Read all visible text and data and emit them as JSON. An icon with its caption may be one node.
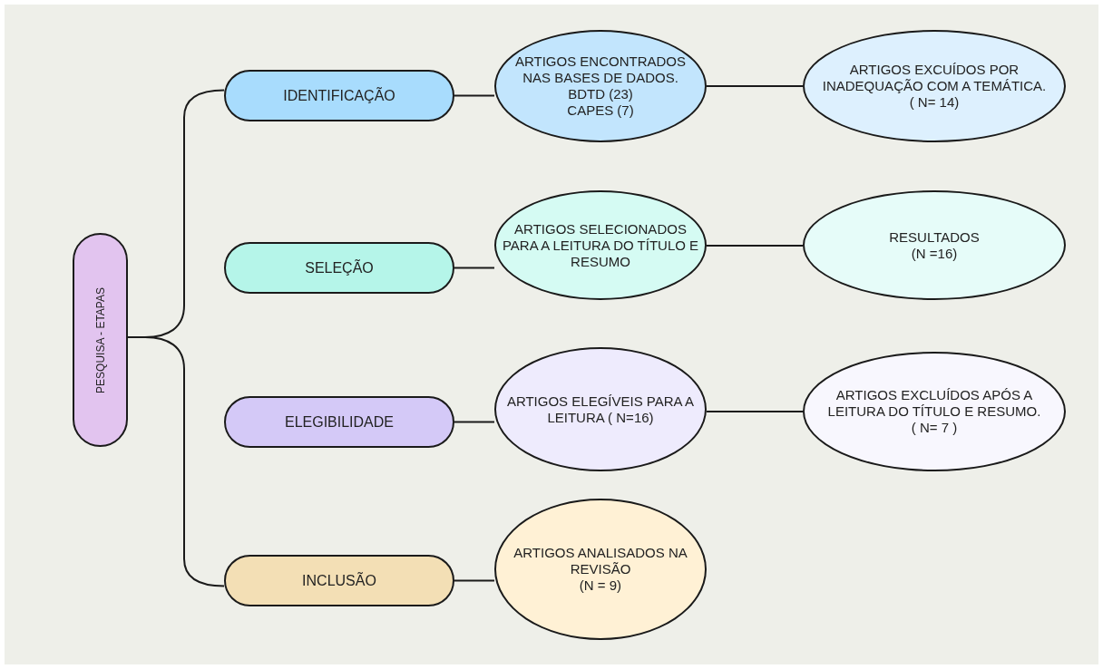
{
  "diagram": {
    "nodes": [
      {
        "text": [
          "PESQUISA - ETAPAS"
        ]
      },
      {
        "text": [
          "IDENTIFICAÇÃO"
        ]
      },
      {
        "text": [
          "ARTIGOS ENCONTRADOS NAS BASES DE DADOS.",
          "BDTD (23)",
          "CAPES (7)"
        ]
      },
      {
        "text": [
          "ARTIGOS EXCUÍDOS POR INADEQUAÇÃO COM A TEMÁTICA.",
          "( N= 14)"
        ]
      },
      {
        "text": [
          "SELEÇÃO"
        ]
      },
      {
        "text": [
          "ARTIGOS SELECIONADOS PARA A LEITURA DO TÍTULO E RESUMO"
        ]
      },
      {
        "text": [
          "RESULTADOS",
          "(N =16)"
        ]
      },
      {
        "text": [
          "ELEGIBILIDADE"
        ]
      },
      {
        "text": [
          "ARTIGOS ELEGÍVEIS PARA A LEITURA ( N=16)"
        ]
      },
      {
        "text": [
          "ARTIGOS EXCLUÍDOS APÓS A LEITURA DO TÍTULO E RESUMO.",
          "( N= 7 )"
        ]
      },
      {
        "text": [
          "INCLUSÃO"
        ]
      },
      {
        "text": [
          "ARTIGOS ANALISADOS NA REVISÃO",
          "(N = 9)"
        ]
      }
    ],
    "edges": [
      {
        "from": 0,
        "to": 1,
        "arrow": "none"
      },
      {
        "from": 0,
        "to": 10,
        "arrow": "none"
      },
      {
        "from": 1,
        "to": 2,
        "arrow": "none"
      },
      {
        "from": 2,
        "to": 3,
        "arrow": "none"
      },
      {
        "from": 4,
        "to": 5,
        "arrow": "none"
      },
      {
        "from": 5,
        "to": 6,
        "arrow": "none"
      },
      {
        "from": 7,
        "to": 8,
        "arrow": "none"
      },
      {
        "from": 8,
        "to": 9,
        "arrow": "none"
      },
      {
        "from": 10,
        "to": 11,
        "arrow": "none"
      }
    ]
  }
}
